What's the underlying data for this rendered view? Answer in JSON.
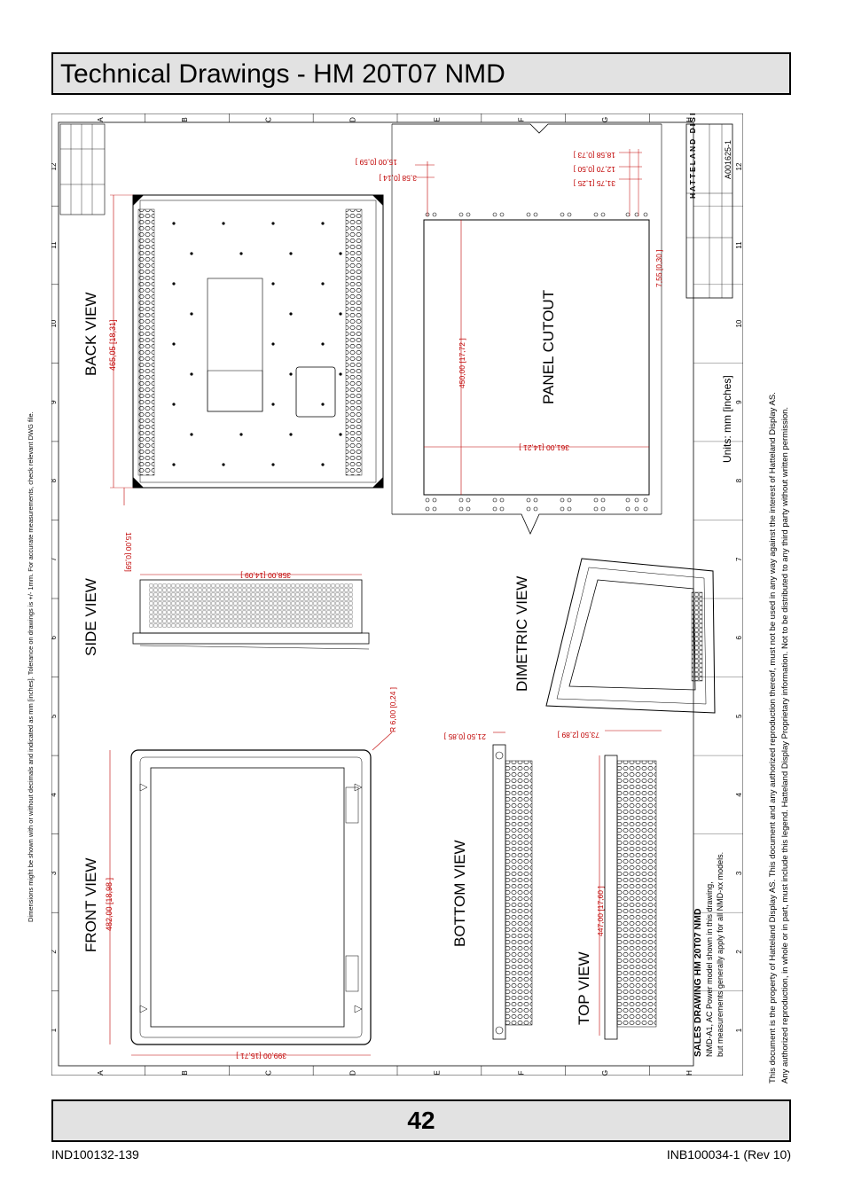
{
  "header": {
    "title": "Technical Drawings - HM 20T07 NMD"
  },
  "footer": {
    "page_number": "42",
    "doc_left": "IND100132-139",
    "doc_right": "INB100034-1 (Rev 10)"
  },
  "drawing": {
    "tolerance_note": "Dimensions might be shown with or without decimals and indicated as mm [inches]. Tolerance on drawings is +/- 1mm. For accurate measurements, check relevant DWG file.",
    "zone_letters": [
      "A",
      "B",
      "C",
      "D",
      "E",
      "F",
      "G",
      "H"
    ],
    "zone_numbers": [
      "1",
      "2",
      "3",
      "4",
      "5",
      "6",
      "7",
      "8",
      "9",
      "10",
      "11",
      "12"
    ],
    "views": {
      "back": "BACK VIEW",
      "side": "SIDE VIEW",
      "front": "FRONT VIEW",
      "panel_cutout": "PANEL CUTOUT",
      "dimetric": "DIMETRIC VIEW",
      "bottom": "BOTTOM VIEW",
      "top": "TOP VIEW"
    },
    "dimensions": {
      "back_height": "465,05 [18,31]",
      "back_offset": "15,00 [0,59]",
      "side_width": "358,00  [14,09 ]",
      "front_height": "482,00  [18,98 ]",
      "front_width": "399,00  [15,71 ]",
      "front_radius": "R 6,00  [0,24 ]",
      "cutout_height": "450,00  [17,72 ]",
      "cutout_width": "361,00  [14,21 ]",
      "cutout_corner": "7,55  [0,30 ]",
      "cutout_top_a": "15,00 [0,59 ]",
      "cutout_top_b": "3,58  [0,14 ]",
      "cutout_right_a": "18,58  [0,73 ]",
      "cutout_right_b": "12,70  [0,50 ]",
      "cutout_right_c": "31,75  [1,25 ]",
      "bottom_depth": "21,50  [0,85 ]",
      "top_depth": "73,50  [2,89 ]",
      "top_height": "447,00  [17,60 ]"
    },
    "units": "Units: mm [inches]",
    "title_block": {
      "brand": "HATTELAND DISPLAY",
      "drawing_number": "A001625-1"
    },
    "sales": {
      "title": "SALES DRAWING HM 20T07 NMD",
      "line1": "NMD-A1, AC Power model shown in this drawing,",
      "line2": "but measurements generally apply for all NMD-xx models."
    },
    "legal": {
      "line1": "This document is the property of Hatteland Display AS. This document and any authorized reproduction thereof, must not be used in any way against the interest of Hatteland Display AS.",
      "line2": "Any authorized reproduction, in whole or in part, must include this legend. Hatteland Display Proprietary information. Not to be distributed to any third party without written permission."
    }
  }
}
